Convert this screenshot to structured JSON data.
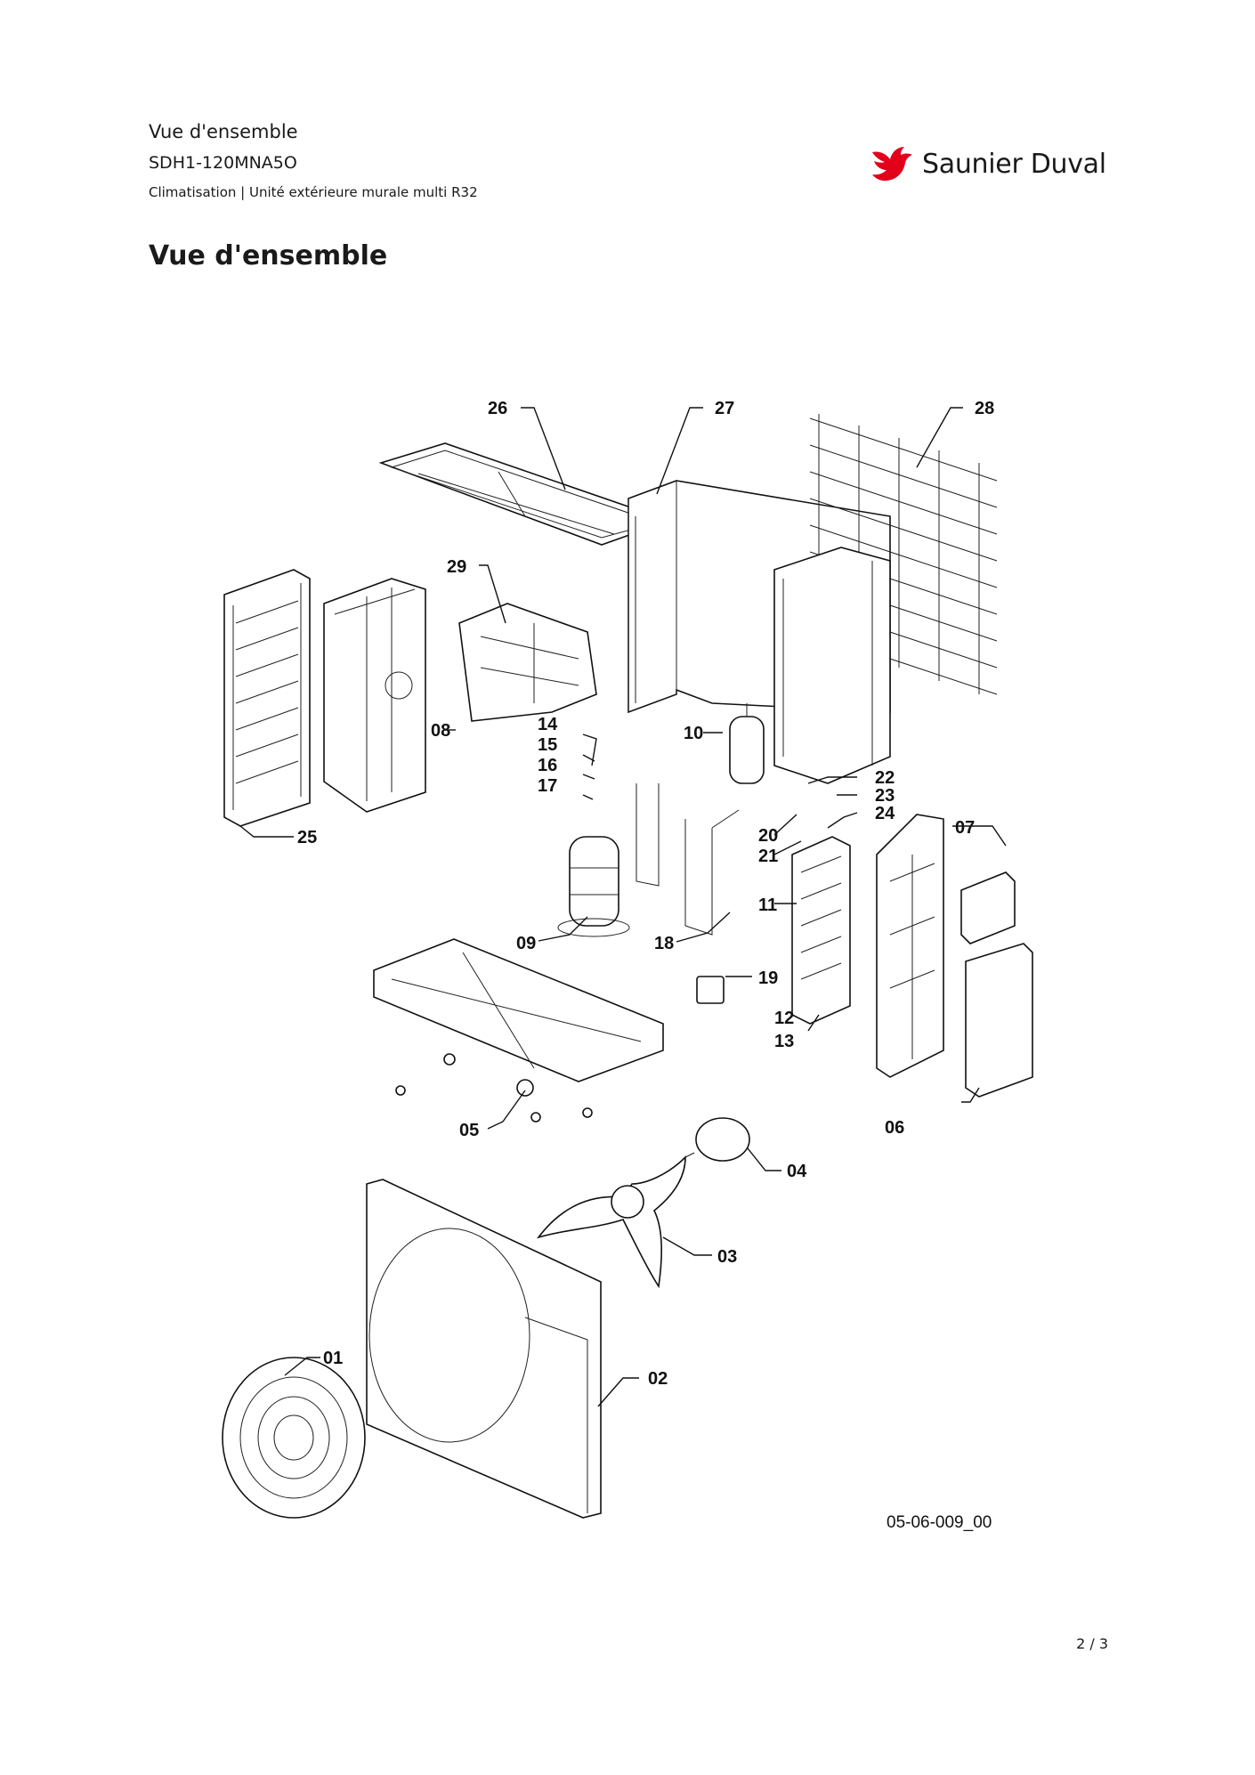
{
  "header": {
    "title": "Vue d'ensemble",
    "model": "SDH1-120MNA5O",
    "subtitle": "Climatisation | Unité extérieure murale multi R32"
  },
  "brand": {
    "name": "Saunier Duval",
    "icon": "bird-logo-icon",
    "color": "#e2001a"
  },
  "heading": "Vue d'ensemble",
  "diagram": {
    "labels": [
      "01",
      "02",
      "03",
      "04",
      "05",
      "06",
      "07",
      "08",
      "09",
      "10",
      "11",
      "12",
      "13",
      "14",
      "15",
      "16",
      "17",
      "18",
      "19",
      "20",
      "21",
      "22",
      "23",
      "24",
      "25",
      "26",
      "27",
      "28",
      "29"
    ],
    "reference": "05-06-009_00"
  },
  "footer": {
    "page": "2 / 3"
  }
}
